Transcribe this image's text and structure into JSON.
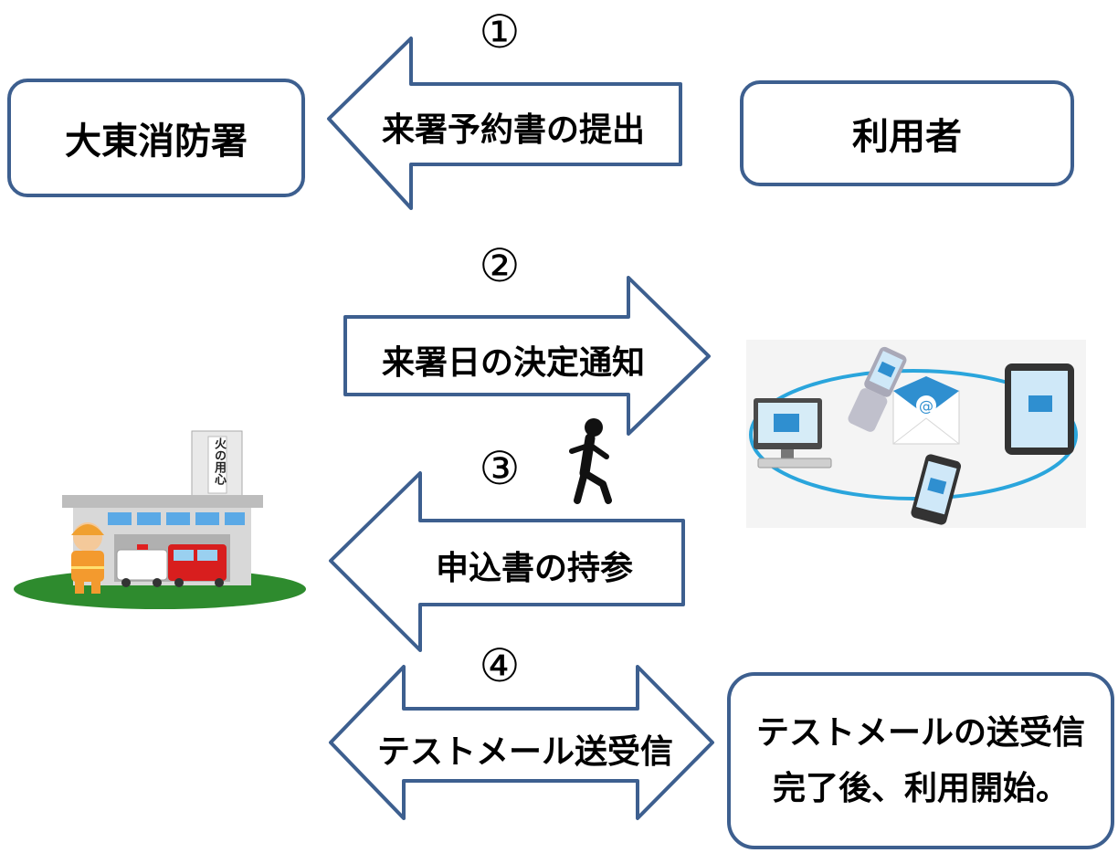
{
  "boxes": {
    "station": "大東消防署",
    "user": "利用者",
    "completion_line1": "テストメールの送受信",
    "completion_line2": "完了後、利用開始。"
  },
  "steps": [
    {
      "number": "①",
      "label": "来署予約書の提出"
    },
    {
      "number": "②",
      "label": "来署日の決定通知"
    },
    {
      "number": "③",
      "label": "申込書の持参"
    },
    {
      "number": "④",
      "label": "テストメール送受信"
    }
  ],
  "station_illustration": {
    "sign_text": "火の用心"
  },
  "devices_illustration": {
    "mail_symbol": "@"
  },
  "colors": {
    "outline": "#3d5f8f",
    "ellipse": "#2aa5dc",
    "grass": "#2e8b2e"
  }
}
